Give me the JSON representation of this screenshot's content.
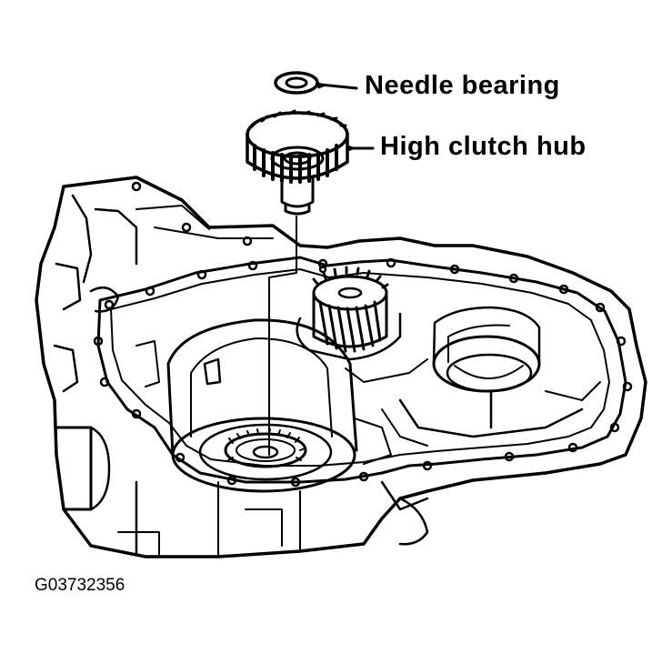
{
  "labels": {
    "needle_bearing": "Needle bearing",
    "high_clutch_hub": "High clutch hub"
  },
  "figure_id": "G03732356",
  "colors": {
    "ink": "#000000",
    "paper": "#ffffff"
  }
}
